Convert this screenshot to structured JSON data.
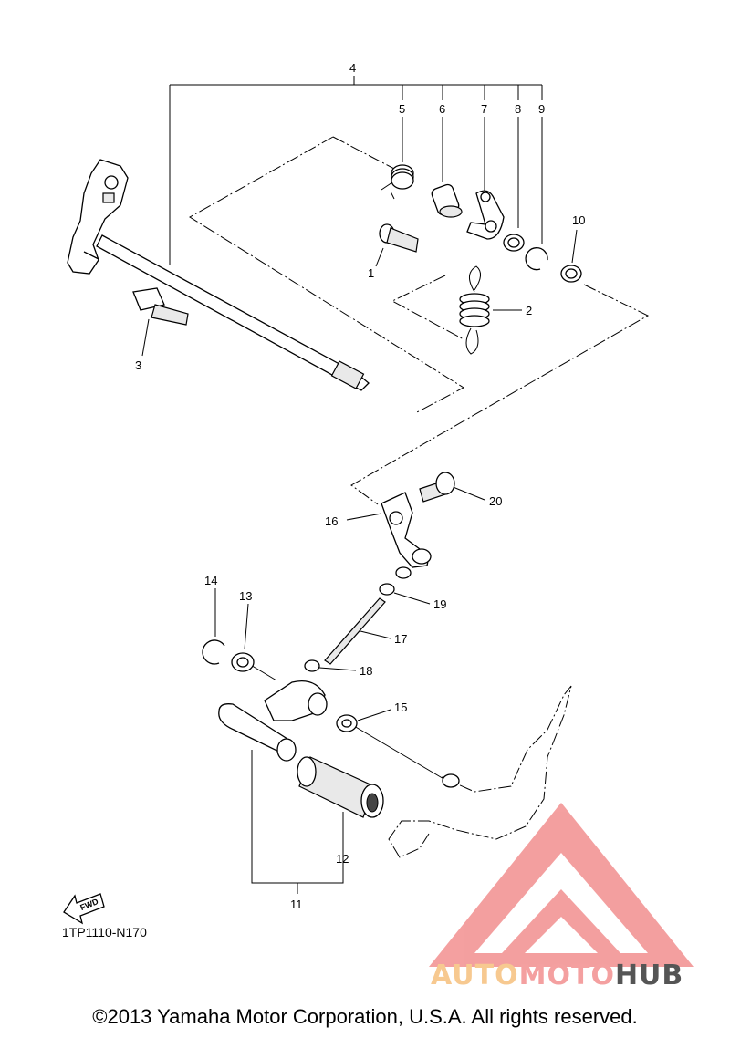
{
  "diagram": {
    "code": "1TP1110-N170",
    "copyright": "©2013 Yamaha Motor Corporation, U.S.A. All rights reserved.",
    "fwd_label": "FWD",
    "part_numbers": [
      "1",
      "2",
      "3",
      "4",
      "5",
      "6",
      "7",
      "8",
      "9",
      "10",
      "11",
      "12",
      "13",
      "14",
      "15",
      "16",
      "17",
      "18",
      "19",
      "20"
    ]
  },
  "watermark": {
    "part1": "AUTO",
    "part2": "MOTO",
    "part3": "HUB",
    "colors": {
      "auto": "#f7c990",
      "moto": "#f4a0a0",
      "hub": "#555555",
      "logo": "#f08080"
    }
  }
}
